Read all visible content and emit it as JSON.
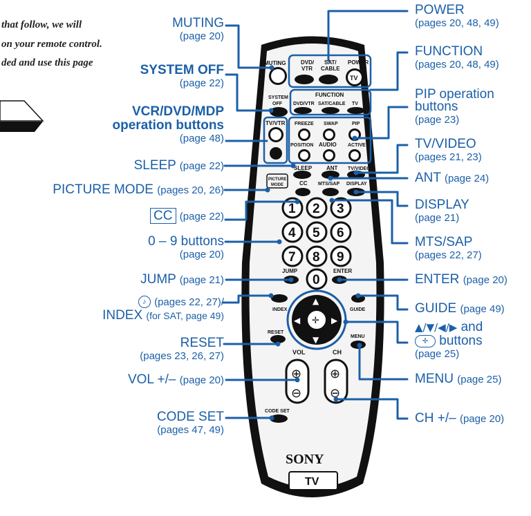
{
  "intro": {
    "line1": "that follow, we will",
    "line2": "on your remote control.",
    "line3": "ded and use this page"
  },
  "colors": {
    "accent": "#1b5fa8",
    "remote_body": "#111111"
  },
  "callouts": {
    "muting": {
      "title": "MUTING",
      "ref": "(page 20)"
    },
    "system_off": {
      "title": "SYSTEM OFF",
      "ref": "(page 22)"
    },
    "vcr": {
      "title1": "VCR/DVD/MDP",
      "title2": "operation buttons",
      "ref": "(page 48)"
    },
    "sleep": {
      "title": "SLEEP",
      "ref": "(page 22)"
    },
    "picture_mode": {
      "title": "PICTURE MODE",
      "ref": "(pages 20, 26)"
    },
    "cc": {
      "title": "CC",
      "ref": "(page 22)"
    },
    "digits": {
      "title": "0 – 9 buttons",
      "ref": "(page 20)"
    },
    "jump": {
      "title": "JUMP",
      "ref": "(page 21)"
    },
    "note": {
      "ref": "(pages 22, 27)/"
    },
    "index": {
      "title": "INDEX",
      "ref": "(for SAT, page 49)"
    },
    "reset": {
      "title": "RESET",
      "ref": "(pages 23, 26, 27)"
    },
    "vol": {
      "title": "VOL +/–",
      "ref": "(page 20)"
    },
    "code_set": {
      "title": "CODE SET",
      "ref": "(pages 47, 49)"
    },
    "power": {
      "title": "POWER",
      "ref": "(pages 20, 48, 49)"
    },
    "function": {
      "title": "FUNCTION",
      "ref": "(pages 20, 48, 49)"
    },
    "pip": {
      "title1": "PIP operation",
      "title2": "buttons",
      "ref": "(page 23)"
    },
    "tv_video": {
      "title": "TV/VIDEO",
      "ref": "(pages 21, 23)"
    },
    "ant": {
      "title": "ANT",
      "ref": "(page 24)"
    },
    "display": {
      "title": "DISPLAY",
      "ref": "(page 21)"
    },
    "mts": {
      "title": "MTS/SAP",
      "ref": "(pages 22, 27)"
    },
    "enter": {
      "title": "ENTER",
      "ref": "(page 20)"
    },
    "guide": {
      "title": "GUIDE",
      "ref": "(page 49)"
    },
    "arrows": {
      "title": "and",
      "title2": "buttons",
      "ref": "(page 25)"
    },
    "menu": {
      "title": "MENU",
      "ref": "(page 25)"
    },
    "ch": {
      "title": "CH +/–",
      "ref": "(page 20)"
    }
  },
  "remote": {
    "brand": "SONY",
    "badge": "TV",
    "labels": {
      "muting": "MUTING",
      "dvd_vtr": "DVD/",
      "dvd_vtr2": "VTR",
      "sat_cable": "SAT/",
      "sat_cable2": "CABLE",
      "power": "POWER",
      "tv": "TV",
      "system": "SYSTEM",
      "off": "OFF",
      "function": "FUNCTION",
      "f_dvdvtr": "DVD/VTR",
      "f_satcable": "SAT/CABLE",
      "f_tv": "TV",
      "tvvtr": "TV/VTR",
      "freeze": "FREEZE",
      "swap": "SWAP",
      "pip": "PIP",
      "position": "POSITION",
      "audio": "AUDIO",
      "active": "ACTIVE",
      "sleep": "SLEEP",
      "ant": "ANT",
      "tvvideo": "TV/VIDEO",
      "picture": "PICTURE",
      "mode": "MODE",
      "cc": "CC",
      "mtssap": "MTS/SAP",
      "display": "DISPLAY",
      "jump": "JUMP",
      "enter": "ENTER",
      "index": "INDEX",
      "guide": "GUIDE",
      "reset": "RESET",
      "menu": "MENU",
      "vol": "VOL",
      "ch": "CH",
      "code_set": "CODE SET"
    },
    "digits": [
      "1",
      "2",
      "3",
      "4",
      "5",
      "6",
      "7",
      "8",
      "9",
      "0"
    ]
  }
}
